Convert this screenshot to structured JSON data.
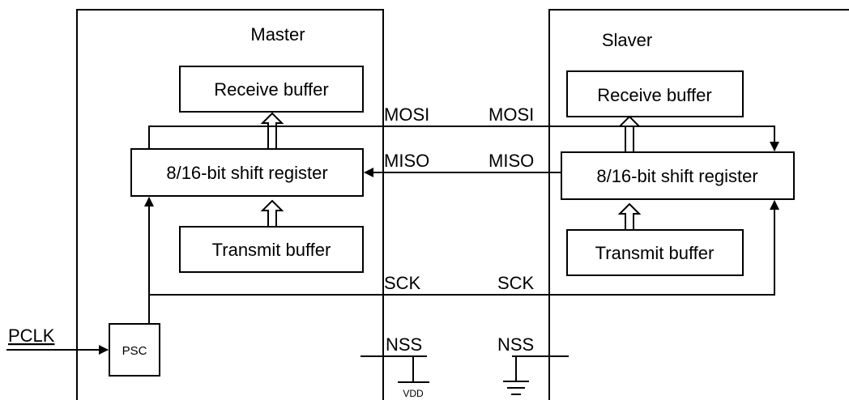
{
  "master": {
    "title": "Master",
    "receive_buffer": "Receive buffer",
    "shift_register": "8/16-bit shift register",
    "transmit_buffer": "Transmit buffer",
    "psc": "PSC"
  },
  "slave": {
    "title": "Slaver",
    "receive_buffer": "Receive buffer",
    "shift_register": "8/16-bit shift register",
    "transmit_buffer": "Transmit buffer"
  },
  "pins": {
    "mosi_master": "MOSI",
    "mosi_slave": "MOSI",
    "miso_master": "MISO",
    "miso_slave": "MISO",
    "sck_master": "SCK",
    "sck_slave": "SCK",
    "nss_master": "NSS",
    "nss_slave": "NSS"
  },
  "clock_input": "PCLK",
  "vdd_label": "VDD"
}
